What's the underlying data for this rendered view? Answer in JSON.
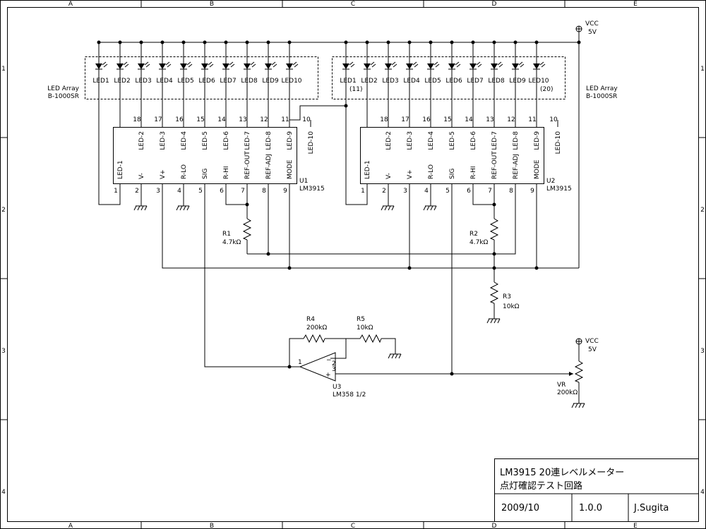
{
  "border": {
    "columns": [
      "A",
      "B",
      "C",
      "D",
      "E"
    ],
    "rows": [
      "1",
      "2",
      "3",
      "4"
    ]
  },
  "led_array_left": {
    "label_line1": "LED Array",
    "label_line2": "B-1000SR",
    "leds": [
      "LED1",
      "LED2",
      "LED3",
      "LED4",
      "LED5",
      "LED6",
      "LED7",
      "LED8",
      "LED9",
      "LED10"
    ]
  },
  "led_array_right": {
    "label_line1": "LED Array",
    "label_line2": "B-1000SR",
    "leds": [
      "LED1",
      "LED2",
      "LED3",
      "LED4",
      "LED5",
      "LED6",
      "LED7",
      "LED8",
      "LED9",
      "LED10"
    ],
    "first_sub": "(11)",
    "last_sub": "(20)"
  },
  "u1": {
    "ref": "U1",
    "part": "LM3915"
  },
  "u2": {
    "ref": "U2",
    "part": "LM3915"
  },
  "ic_top_pins": {
    "names": [
      "LED-2",
      "LED-3",
      "LED-4",
      "LED-5",
      "LED-6",
      "LED-7",
      "LED-8",
      "LED-9",
      "LED-10"
    ],
    "numbers": [
      "18",
      "17",
      "16",
      "15",
      "14",
      "13",
      "12",
      "11",
      "10"
    ]
  },
  "ic_bottom_pins": {
    "names": [
      "LED-1",
      "V-",
      "V+",
      "R-LO",
      "SIG",
      "R-HI",
      "REF-OUT",
      "REF-ADJ",
      "MODE"
    ],
    "numbers": [
      "1",
      "2",
      "3",
      "4",
      "5",
      "6",
      "7",
      "8",
      "9"
    ]
  },
  "vcc_top": {
    "name": "VCC",
    "value": "5V"
  },
  "vcc_bottom": {
    "name": "VCC",
    "value": "5V"
  },
  "r1": {
    "ref": "R1",
    "value": "4.7kΩ"
  },
  "r2": {
    "ref": "R2",
    "value": "4.7kΩ"
  },
  "r3": {
    "ref": "R3",
    "value": "10kΩ"
  },
  "r4": {
    "ref": "R4",
    "value": "200kΩ"
  },
  "r5": {
    "ref": "R5",
    "value": "10kΩ"
  },
  "vr": {
    "ref": "VR",
    "value": "200kΩ"
  },
  "u3": {
    "ref": "U3",
    "part": "LM358 1/2",
    "pin_out": "1",
    "pin_inv": "2",
    "pin_noninv": "3",
    "minus": "−",
    "plus": "+"
  },
  "title_block": {
    "title_line1": "LM3915 20連レベルメーター",
    "title_line2": "点灯確認テスト回路",
    "date": "2009/10",
    "version": "1.0.0",
    "author": "J.Sugita"
  }
}
